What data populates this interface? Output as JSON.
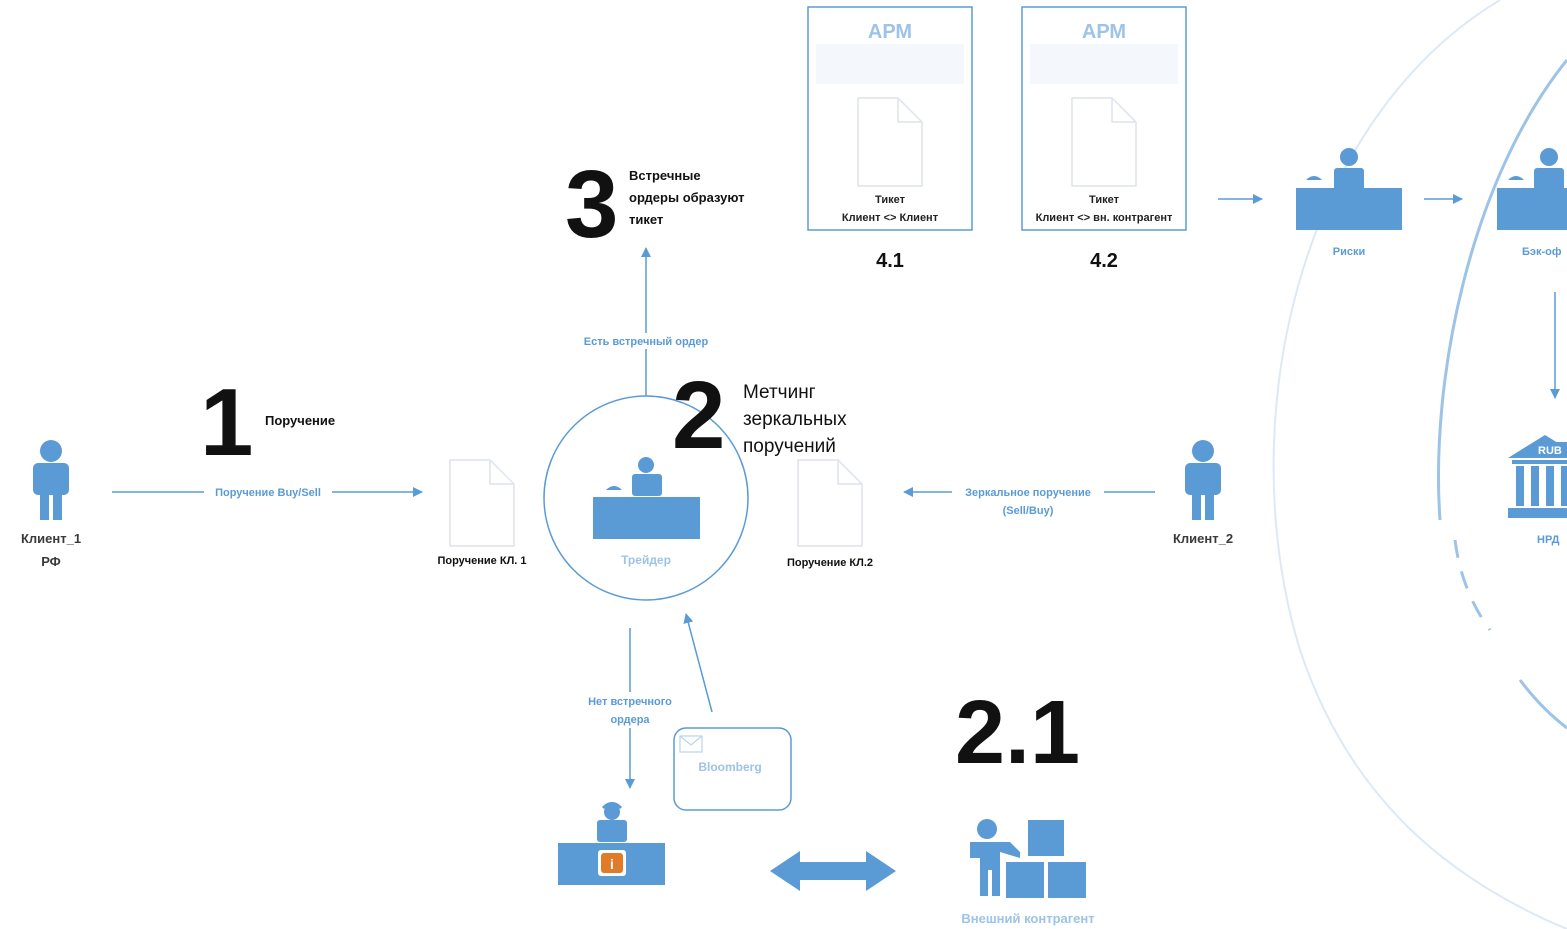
{
  "steps": {
    "s1": {
      "number": "1",
      "text": "Поручение"
    },
    "s2": {
      "number": "2",
      "text_lines": [
        "Метчинг",
        "зеркальных",
        "поручений"
      ]
    },
    "s3": {
      "number": "3",
      "text_lines": [
        "Встречные",
        "ордеры образуют",
        "тикет"
      ]
    },
    "s21": {
      "number": "2.1"
    }
  },
  "arm_boxes": [
    {
      "title": "АРМ",
      "line1": "Тикет",
      "line2": "Клиент <> Клиент",
      "id": "4.1"
    },
    {
      "title": "АРМ",
      "line1": "Тикет",
      "line2": "Клиент <> вн. контрагент",
      "id": "4.2"
    }
  ],
  "nodes": {
    "client1": {
      "line1": "Клиент_1",
      "line2": "РФ"
    },
    "client2": {
      "line1": "Клиент_2"
    },
    "trader": "Трейдер",
    "order1": "Поручение КЛ. 1",
    "order2": "Поручение КЛ.2",
    "risks": "Риски",
    "backoffice": "Бэк-оф",
    "nrd": "НРД",
    "nrd_badge": "RUB",
    "external": "Внешний контрагент",
    "bloomberg": "Bloomberg"
  },
  "edges": {
    "buy_sell": "Поручение Buy/Sell",
    "mirror_line1": "Зеркальное поручение",
    "mirror_line2": "(Sell/Buy)",
    "has_counter": "Есть встречный ордер",
    "no_counter_line1": "Нет встречного",
    "no_counter_line2": "ордера"
  },
  "colors": {
    "blue": "#5b9bd5",
    "faint_blue": "#9dc3e6",
    "dark": "#111111"
  }
}
